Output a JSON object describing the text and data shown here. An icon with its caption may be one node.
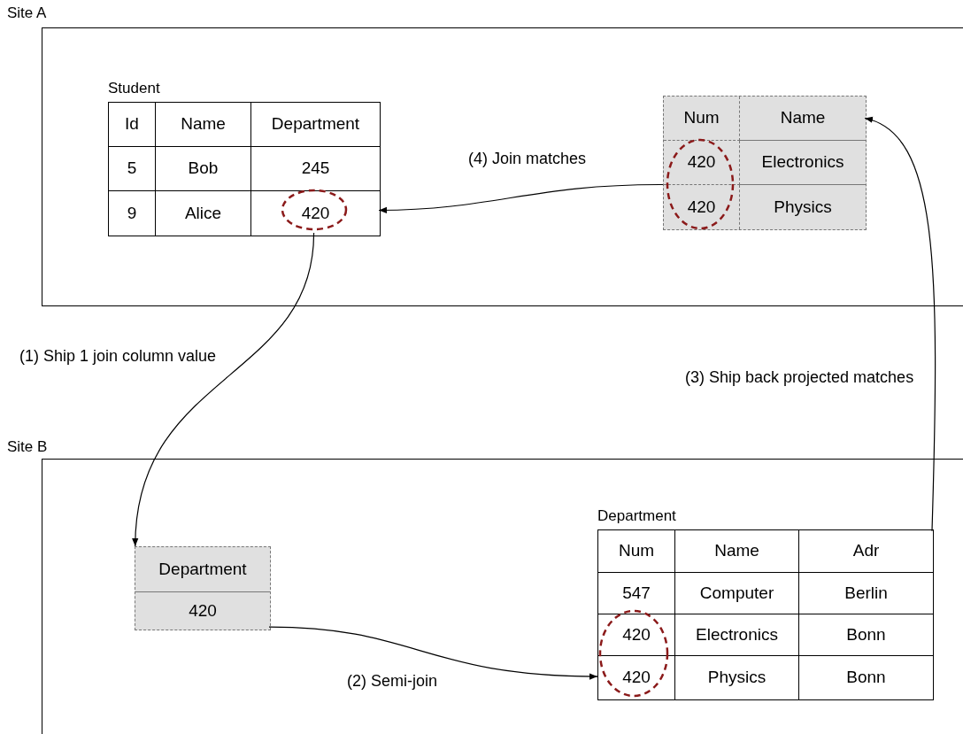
{
  "diagram": {
    "nodes": [
      {
        "text": [
          "Site A"
        ]
      },
      {
        "text": [
          "Student",
          "Id",
          "Name",
          "Department",
          "5",
          "Bob",
          "245",
          "9",
          "Alice",
          "420"
        ],
        "in": 0
      },
      {
        "text": [
          "Num",
          "Name",
          "420",
          "Electronics",
          "420",
          "Physics"
        ],
        "in": 0
      },
      {
        "text": [
          "Site B"
        ]
      },
      {
        "text": [
          "Department",
          "420"
        ],
        "in": 3
      },
      {
        "text": [
          "Department",
          "Num",
          "Name",
          "Adr",
          "547",
          "Computer",
          "Berlin",
          "420",
          "Electronics",
          "Bonn",
          "420",
          "Physics",
          "Bonn"
        ],
        "in": 3
      }
    ],
    "edges": [
      {
        "from": 1,
        "to": 4,
        "arrow": "to",
        "label": "(1) Ship 1 join column value"
      },
      {
        "from": 4,
        "to": 5,
        "arrow": "to",
        "label": "(2) Semi-join"
      },
      {
        "from": 5,
        "to": 2,
        "arrow": "to",
        "label": "(3) Ship back projected matches"
      },
      {
        "from": 2,
        "to": 1,
        "arrow": "to",
        "label": "(4) Join matches"
      }
    ]
  }
}
